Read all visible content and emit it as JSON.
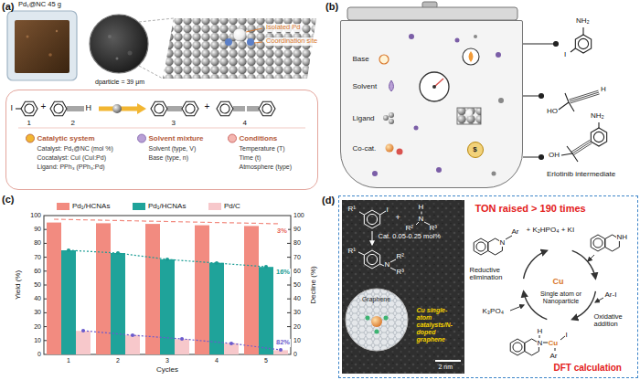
{
  "diagram": {
    "nodes": [
      {
        "text": [
          "I",
          "+",
          "H",
          "1",
          "2",
          "3",
          "+",
          "4",
          "Catalytic system",
          "Catalyst: Pd₁@NC (mol %)",
          "Cocatalyst: CuI (CuI:Pd)",
          "Ligand: PPh₃ (PPh₃:Pd)",
          "Solvent mixture",
          "Solvent (type, V)",
          "Base (type, n)",
          "Conditions",
          "Temperature (T)",
          "Time (t)",
          "Atmosphere (type)"
        ]
      },
      {
        "text": [
          "Base",
          "Solvent",
          "Ligand",
          "Co-cat.",
          "$"
        ]
      },
      {
        "text": [
          "TON raised > 190 times",
          "+ K₂HPO₄ + KI",
          "Ar",
          "N",
          "NH",
          "Reductive elimination",
          "Cu",
          "Single atom or Nanoparticle",
          "K₃PO₄",
          "H",
          "N",
          "Cu",
          "I",
          "Ar",
          "Oxidative addition",
          "Ar-I",
          "DFT calculation"
        ]
      },
      {
        "text": [
          "R¹",
          "I",
          "+",
          "H",
          "R²",
          "N",
          "R³",
          "Cat. 0.05-0.25 mol%",
          "R¹",
          "N",
          "R²",
          "R³",
          "Graphene",
          "Cu single-atom catalysts/N-doped graphene",
          "2 nm"
        ],
        "in": 2
      }
    ],
    "labels": [
      "(a)",
      "Pd₁@NC 45 g",
      "Isolated Pd",
      "Coordination site",
      "dparticle = 39 μm",
      "(b)",
      "NH₂",
      "I",
      "HO",
      "H",
      "NH₂",
      "OH",
      "Erlotinib intermediate",
      "(c)",
      "0",
      "10",
      "20",
      "30",
      "40",
      "50",
      "60",
      "70",
      "80",
      "90",
      "100",
      "0",
      "10",
      "20",
      "30",
      "40",
      "50",
      "60",
      "70",
      "80",
      "90",
      "100",
      "1",
      "2",
      "3",
      "4",
      "5",
      "Yield (%)",
      "Decline (%)",
      "Cycles",
      "3%",
      "16%",
      "82%",
      "(d)"
    ],
    "legend": [
      {
        "text": "Pd₁/HCNAs",
        "color": "#f28b80"
      },
      {
        "text": "Pd₁/HCNAs",
        "color": "#1fa39a"
      },
      {
        "text": "Pd/C",
        "color": "#f7c8cb"
      }
    ]
  }
}
